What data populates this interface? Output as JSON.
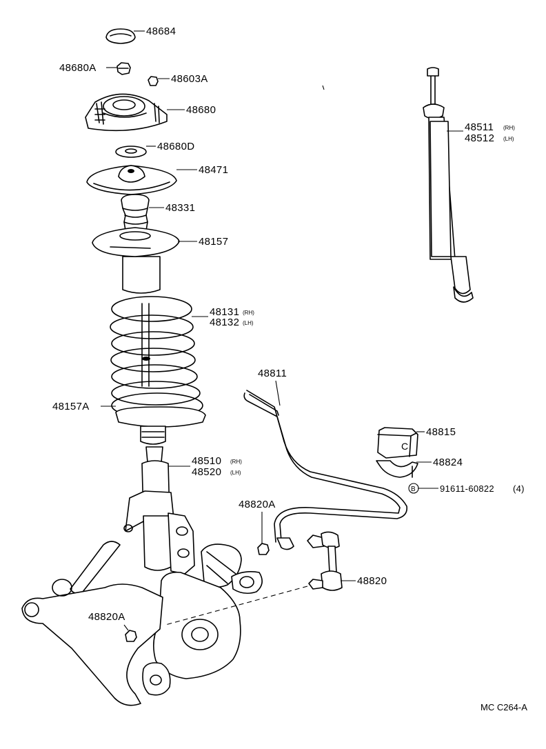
{
  "diagram": {
    "catalog_code": "MC C264-A",
    "callouts": [
      {
        "id": "c48684",
        "part": "48684"
      },
      {
        "id": "c48680A",
        "part": "48680A"
      },
      {
        "id": "c48603A",
        "part": "48603A"
      },
      {
        "id": "c48680",
        "part": "48680"
      },
      {
        "id": "c48680D",
        "part": "48680D"
      },
      {
        "id": "c48471",
        "part": "48471"
      },
      {
        "id": "c48331",
        "part": "48331"
      },
      {
        "id": "c48157",
        "part": "48157"
      },
      {
        "id": "c48131",
        "part": "48131",
        "side": "(RH)"
      },
      {
        "id": "c48132",
        "part": "48132",
        "side": "(LH)"
      },
      {
        "id": "c48157A",
        "part": "48157A"
      },
      {
        "id": "c48510",
        "part": "48510",
        "side": "(RH)"
      },
      {
        "id": "c48520",
        "part": "48520",
        "side": "(LH)"
      },
      {
        "id": "c48511",
        "part": "48511",
        "side": "(RH)"
      },
      {
        "id": "c48512",
        "part": "48512",
        "side": "(LH)"
      },
      {
        "id": "c48811",
        "part": "48811"
      },
      {
        "id": "c48815",
        "part": "48815"
      },
      {
        "id": "c48824",
        "part": "48824"
      },
      {
        "id": "c91611",
        "part": "91611-60822",
        "qty": "(4)",
        "marker": "B"
      },
      {
        "id": "c48820A_1",
        "part": "48820A"
      },
      {
        "id": "c48820",
        "part": "48820"
      },
      {
        "id": "c48820A_2",
        "part": "48820A"
      }
    ]
  }
}
